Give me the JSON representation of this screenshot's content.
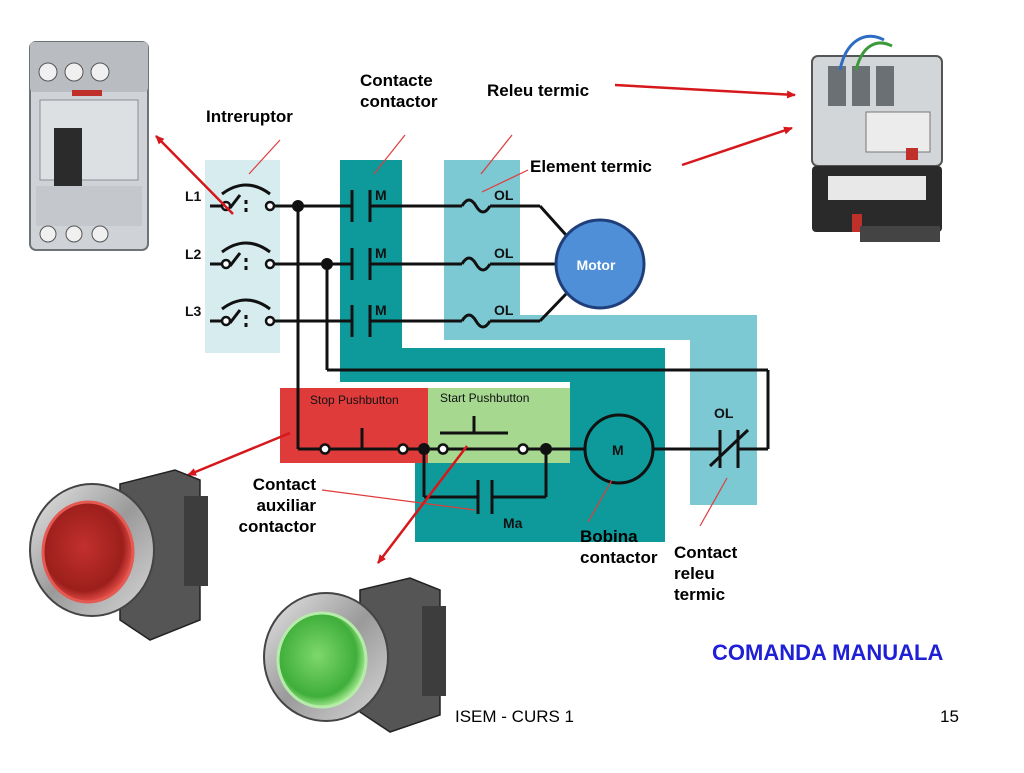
{
  "slide_title": "COMANDA MANUALA",
  "footer": {
    "course": "ISEM - CURS 1",
    "page_number": "15"
  },
  "callouts": {
    "intreruptor": "Intreruptor",
    "contacte_contactor": "Contacte\ncontactor",
    "releu_termic": "Releu termic",
    "element_termic": "Element termic",
    "contact_auxiliar": "Contact\nauxiliar\ncontactor",
    "bobina_contactor": "Bobina\ncontactor",
    "contact_releu_termic": "Contact\nreleu\ntermic"
  },
  "schematic": {
    "lines": [
      "L1",
      "L2",
      "L3"
    ],
    "contactor_contact": "M",
    "overload_element": "OL",
    "motor": "Motor",
    "stop_pushbutton": "Stop Pushbutton",
    "start_pushbutton": "Start Pushbutton",
    "coil": "M",
    "aux_contact": "Ma",
    "overload_contact": "OL"
  },
  "colors": {
    "teal": "#0e9a9a",
    "light_teal": "#7dc9d3",
    "stop_red": "#e03b3b",
    "start_green": "#a6d890",
    "breaker_zone": "#d6ecef",
    "motor_blue": "#4f8fd8",
    "arrow_red": "#d6181c",
    "title_blue": "#1f1fd6"
  },
  "icons": [
    "circuit-breaker-icon",
    "overload-relay-icon",
    "red-pushbutton-icon",
    "green-pushbutton-icon"
  ]
}
